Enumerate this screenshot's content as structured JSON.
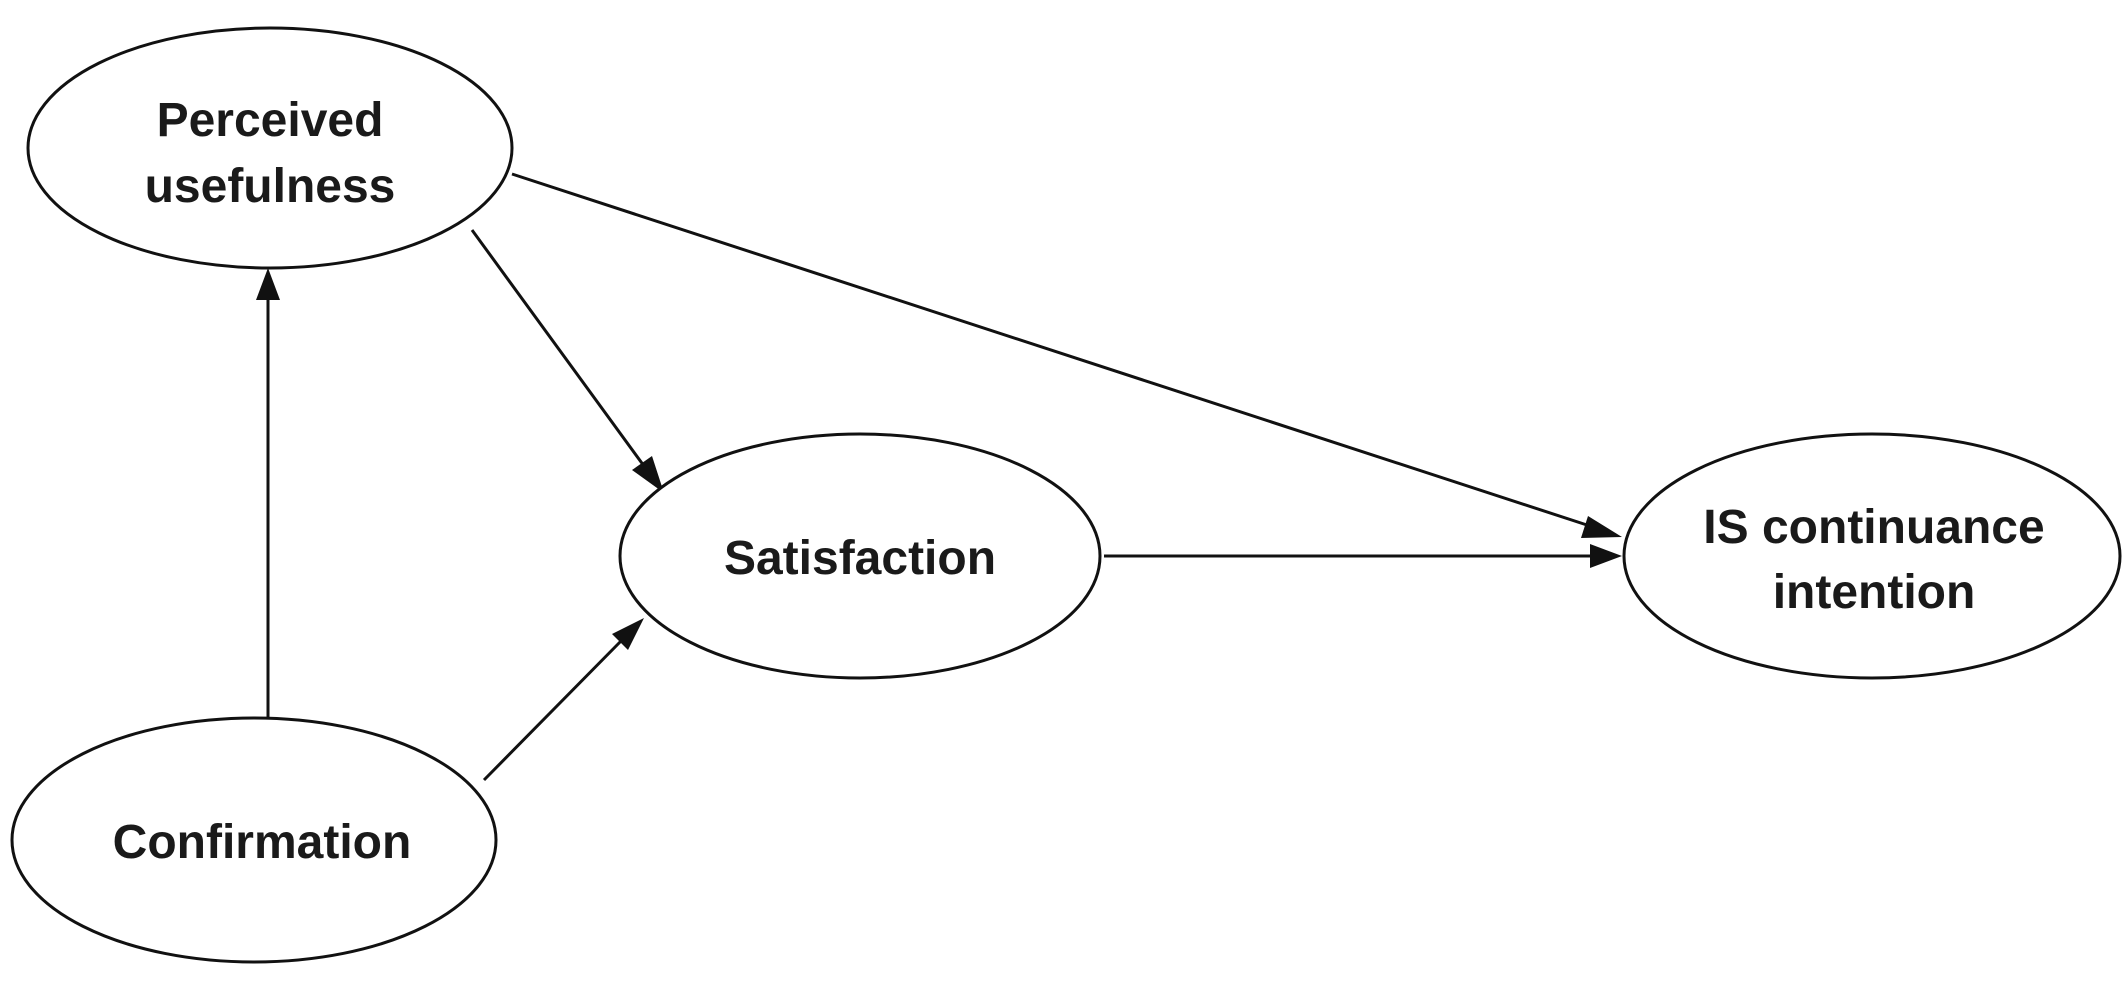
{
  "nodes": {
    "perceived_usefulness": {
      "line1": "Perceived",
      "line2": "usefulness"
    },
    "satisfaction": {
      "label": "Satisfaction"
    },
    "is_continuance_intention": {
      "line1": "IS continuance",
      "line2": "intention"
    },
    "confirmation": {
      "label": "Confirmation"
    }
  },
  "edges": [
    {
      "from": "confirmation",
      "to": "perceived_usefulness"
    },
    {
      "from": "confirmation",
      "to": "satisfaction"
    },
    {
      "from": "perceived_usefulness",
      "to": "satisfaction"
    },
    {
      "from": "perceived_usefulness",
      "to": "is_continuance_intention"
    },
    {
      "from": "satisfaction",
      "to": "is_continuance_intention"
    }
  ],
  "colors": {
    "stroke": "#111111",
    "text": "#1a1a1a",
    "background": "#ffffff"
  }
}
